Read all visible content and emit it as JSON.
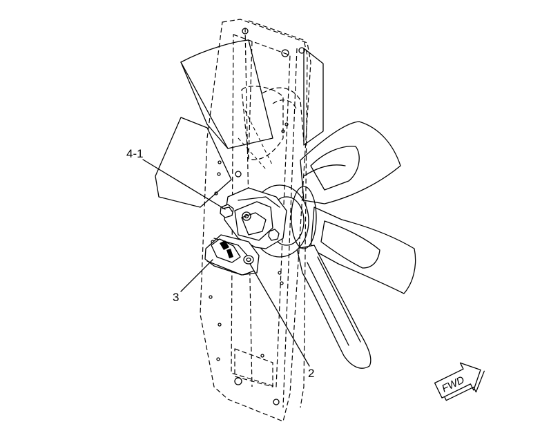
{
  "callouts": [
    {
      "id": "c41",
      "text": "4-1"
    },
    {
      "id": "c3",
      "text": "3"
    },
    {
      "id": "c2",
      "text": "2"
    }
  ],
  "direction_arrow": {
    "text": "FWD"
  },
  "icons": [
    "fan-blade-icon",
    "fwd-arrow-icon"
  ]
}
